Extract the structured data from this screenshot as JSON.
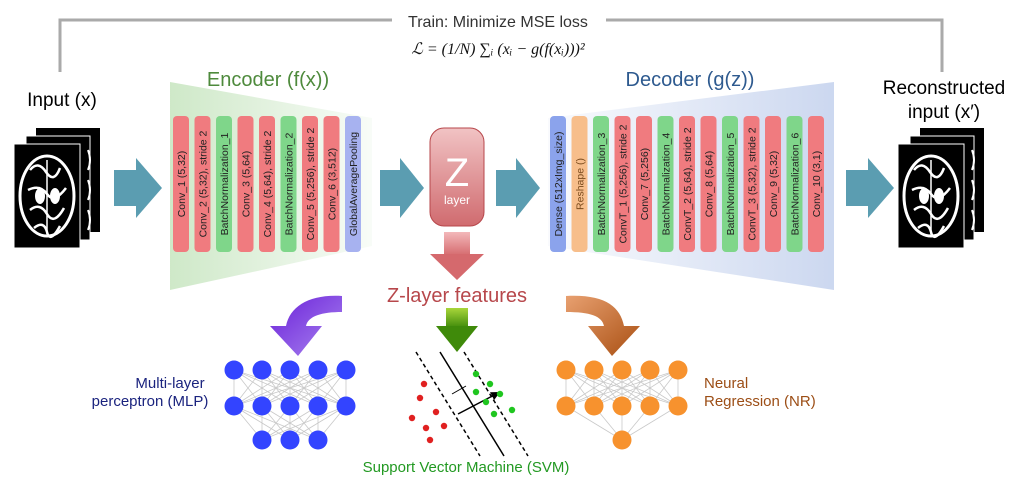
{
  "train": {
    "label": "Train: Minimize MSE loss",
    "formula": "ℒ = (1/N) ∑ᵢ (xᵢ − g(f(xᵢ)))²"
  },
  "input": {
    "label": "Input (x)"
  },
  "output": {
    "label_line1": "Reconstructed",
    "label_line2": "input (x′)"
  },
  "encoder": {
    "title": "Encoder (f(x))",
    "layers": [
      {
        "label": "Conv_1 (5,32)",
        "kind": "conv"
      },
      {
        "label": "Conv_2 (5,32), stride 2",
        "kind": "conv"
      },
      {
        "label": "BatchNormalization_1",
        "kind": "bn"
      },
      {
        "label": "Conv_3 (5,64)",
        "kind": "conv"
      },
      {
        "label": "Conv_4 (5,64), stride 2",
        "kind": "conv"
      },
      {
        "label": "BatchNormalization_2",
        "kind": "bn"
      },
      {
        "label": "Conv_5 (5,256), stride 2",
        "kind": "conv"
      },
      {
        "label": "Conv_6 (3,512)",
        "kind": "conv"
      },
      {
        "label": "GlobalAveragePooling",
        "kind": "pool"
      }
    ]
  },
  "zlayer": {
    "letter": "Z",
    "sub": "layer"
  },
  "decoder": {
    "title": "Decoder (g(z))",
    "layers": [
      {
        "label": "Dense (512xImg_size)",
        "kind": "dense"
      },
      {
        "label": "Reshape ()",
        "kind": "reshape"
      },
      {
        "label": "BatchNormalization_3",
        "kind": "bn"
      },
      {
        "label": "ConvT_1 (5,256), stride 2",
        "kind": "conv"
      },
      {
        "label": "Conv_7 (5,256)",
        "kind": "conv"
      },
      {
        "label": "BatchNormalization_4",
        "kind": "bn"
      },
      {
        "label": "ConvT_2 (5,64), stride 2",
        "kind": "conv"
      },
      {
        "label": "Conv_8 (5,64)",
        "kind": "conv"
      },
      {
        "label": "BatchNormalization_5",
        "kind": "bn"
      },
      {
        "label": "ConvT_3 (5,32), stride 2",
        "kind": "conv"
      },
      {
        "label": "Conv_9 (5,32)",
        "kind": "conv"
      },
      {
        "label": "BatchNormalization_6",
        "kind": "bn"
      },
      {
        "label": "Conv_10 (3,1)",
        "kind": "conv"
      }
    ]
  },
  "features": {
    "label": "Z-layer features"
  },
  "models": {
    "mlp_line1": "Multi-layer",
    "mlp_line2": "perceptron (MLP)",
    "svm": "Support Vector Machine (SVM)",
    "nr_line1": "Neural",
    "nr_line2": "Regression (NR)"
  },
  "colors": {
    "conv": "#f07b7f",
    "bn": "#7fd68a",
    "pool": "#a7b2f0",
    "dense": "#8ba3ec",
    "reshape": "#f7be8b",
    "arrow": "#5b9db1",
    "zlayer": "#b7474b",
    "encoder_title": "#4e8a3c",
    "decoder_title": "#2e5a8f",
    "mlp": "#3344ff",
    "svm_text": "#229922",
    "nr": "#f7922e",
    "nr_text": "#9c4e16"
  }
}
